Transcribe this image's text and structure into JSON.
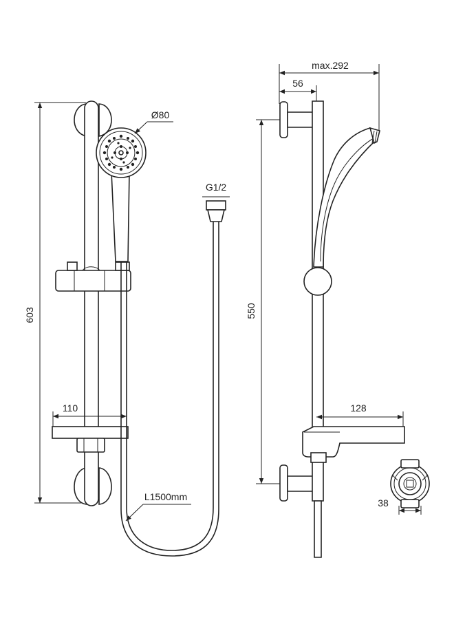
{
  "front_view": {
    "height_total": "603",
    "head_diameter": "Ø80",
    "tray_width": "110",
    "hose_length": "L1500mm",
    "hose_thread": "G1/2"
  },
  "side_view": {
    "max_projection": "max.292",
    "wall_offset": "56",
    "fixing_centres": "550",
    "tray_depth": "128"
  },
  "detail_view": {
    "bracket_size": "38"
  }
}
